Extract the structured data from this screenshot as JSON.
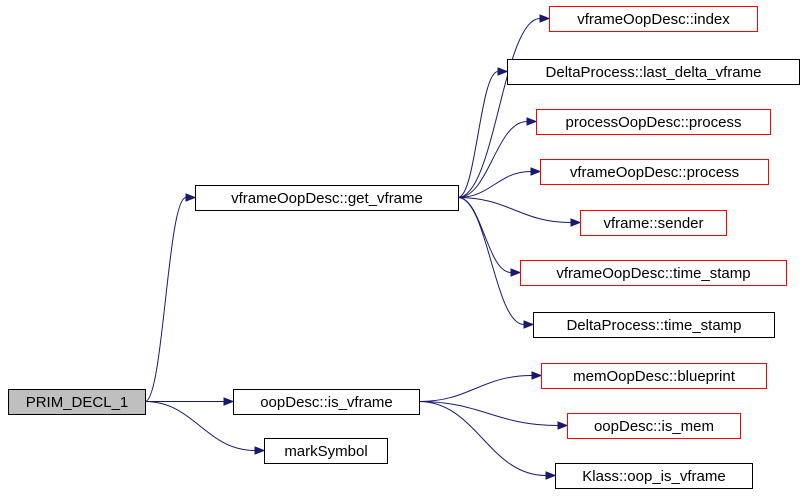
{
  "colors": {
    "edge": "#191970",
    "border_default": "#000000",
    "border_external": "#ff0000",
    "fill_root": "#bfbfbf",
    "fill_default": "#ffffff"
  },
  "nodes": [
    {
      "id": "prim_decl_1",
      "label": "PRIM_DECL_1",
      "style": "root"
    },
    {
      "id": "get_vframe",
      "label": "vframeOopDesc::get_vframe",
      "style": "default"
    },
    {
      "id": "is_vframe",
      "label": "oopDesc::is_vframe",
      "style": "default"
    },
    {
      "id": "mark_symbol",
      "label": "markSymbol",
      "style": "default"
    },
    {
      "id": "vf_index",
      "label": "vframeOopDesc::index",
      "style": "external"
    },
    {
      "id": "last_delta_vframe",
      "label": "DeltaProcess::last_delta_vframe",
      "style": "default"
    },
    {
      "id": "process_process",
      "label": "processOopDesc::process",
      "style": "external"
    },
    {
      "id": "vf_process",
      "label": "vframeOopDesc::process",
      "style": "external"
    },
    {
      "id": "vframe_sender",
      "label": "vframe::sender",
      "style": "external"
    },
    {
      "id": "vf_time_stamp",
      "label": "vframeOopDesc::time_stamp",
      "style": "external"
    },
    {
      "id": "dp_time_stamp",
      "label": "DeltaProcess::time_stamp",
      "style": "default"
    },
    {
      "id": "mem_blueprint",
      "label": "memOopDesc::blueprint",
      "style": "external"
    },
    {
      "id": "is_mem",
      "label": "oopDesc::is_mem",
      "style": "external"
    },
    {
      "id": "klass_oop_is_vframe",
      "label": "Klass::oop_is_vframe",
      "style": "default"
    }
  ],
  "edges": [
    [
      "prim_decl_1",
      "get_vframe"
    ],
    [
      "prim_decl_1",
      "is_vframe"
    ],
    [
      "prim_decl_1",
      "mark_symbol"
    ],
    [
      "get_vframe",
      "vf_index"
    ],
    [
      "get_vframe",
      "last_delta_vframe"
    ],
    [
      "get_vframe",
      "process_process"
    ],
    [
      "get_vframe",
      "vf_process"
    ],
    [
      "get_vframe",
      "vframe_sender"
    ],
    [
      "get_vframe",
      "vf_time_stamp"
    ],
    [
      "get_vframe",
      "dp_time_stamp"
    ],
    [
      "is_vframe",
      "mem_blueprint"
    ],
    [
      "is_vframe",
      "is_mem"
    ],
    [
      "is_vframe",
      "klass_oop_is_vframe"
    ]
  ]
}
